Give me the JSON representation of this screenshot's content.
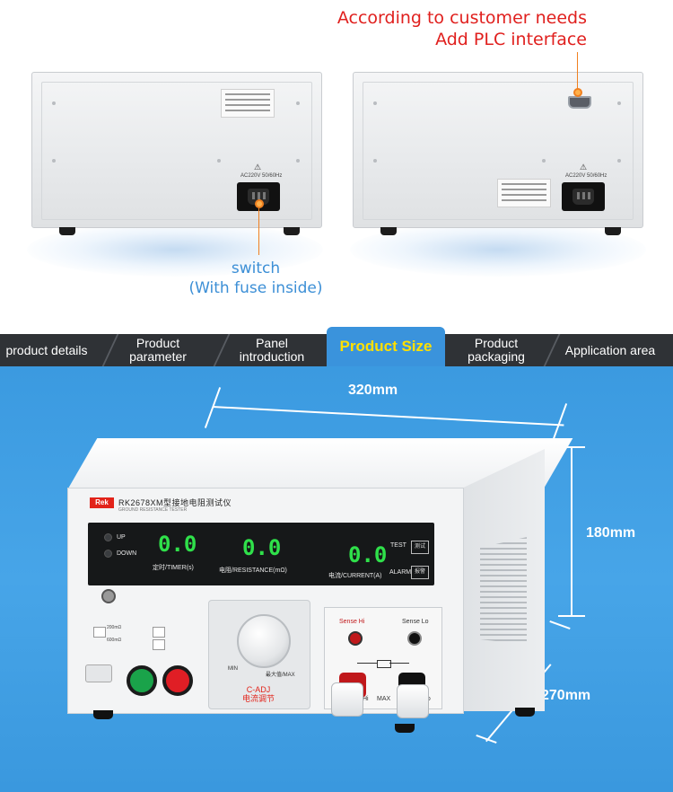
{
  "top": {
    "callout_plc": [
      "According to customer needs",
      "Add PLC interface"
    ],
    "callout_switch": [
      "switch",
      "(With fuse inside)"
    ],
    "power_rating": "AC220V  50/60Hz"
  },
  "tabs": [
    {
      "label": "product details",
      "active": false
    },
    {
      "label": "Product parameter",
      "active": false
    },
    {
      "label": "Panel introduction",
      "active": false
    },
    {
      "label": "Product Size",
      "active": true
    },
    {
      "label": "Product packaging",
      "active": false
    },
    {
      "label": "Application area",
      "active": false
    }
  ],
  "dimensions": {
    "width": "320mm",
    "height": "180mm",
    "depth": "270mm"
  },
  "device": {
    "brand": "Rek",
    "model": "RK2678XM型接地电阻测试仪",
    "model_sub": "GROUND RESISTANCE TESTER",
    "up_label": "UP",
    "down_label": "DOWN",
    "timer_value": "0.0",
    "resistance_value": "0.0",
    "current_value": "0.0",
    "timer_label": "定时/TIMER(s)",
    "resistance_label": "电阻/RESISTANCE(mΩ)",
    "current_label": "电流/CURRENT(A)",
    "test_label": "TEST",
    "test_cn": "测试",
    "alarm_label": "ALARM",
    "alarm_cn": "报警",
    "knob_min": "MIN",
    "knob_max": "最大值/MAX",
    "cadj_en": "C-ADJ",
    "cadj_cn": "电流调节",
    "sense_hi": "Sense Hi",
    "sense_lo": "Sense Lo",
    "hi_label": "Hi",
    "max_label": "MAX",
    "lo_label": "Lo",
    "range_200": "200mΩ",
    "range_600": "600mΩ"
  },
  "colors": {
    "accent_blue": "#3a93dc",
    "active_tab_text": "#ffe000",
    "callout_red": "#e0201e",
    "callout_orange": "#f08020",
    "display_green": "#2fe04a"
  }
}
